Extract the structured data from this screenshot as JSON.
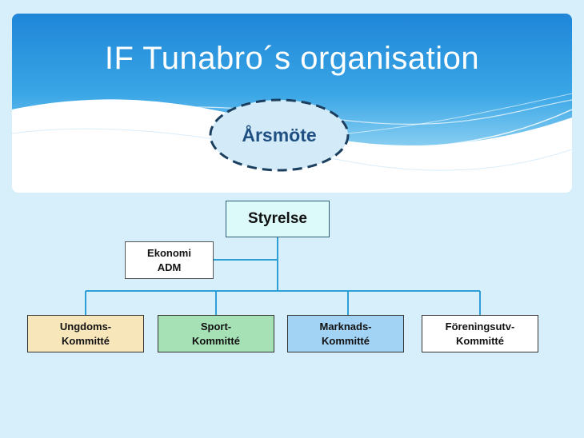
{
  "slide": {
    "title": "IF Tunabro´s organisation",
    "annual_meeting": "Årsmöte",
    "board": "Styrelse",
    "finance": {
      "line1": "Ekonomi",
      "line2": "ADM"
    },
    "committees": [
      {
        "line1": "Ungdoms-",
        "line2": "Kommitté",
        "color": "#f8e6bb"
      },
      {
        "line1": "Sport-",
        "line2": "Kommitté",
        "color": "#a6e1b5"
      },
      {
        "line1": "Marknads-",
        "line2": "Kommitté",
        "color": "#a2d2f4"
      },
      {
        "line1": "Föreningsutv-",
        "line2": "Kommitté",
        "color": "#ffffff"
      }
    ]
  },
  "colors": {
    "background": "#d7eefb",
    "banner": "#1f86d8",
    "connector": "#2d9ed6",
    "annual_text": "#1f4f82"
  }
}
